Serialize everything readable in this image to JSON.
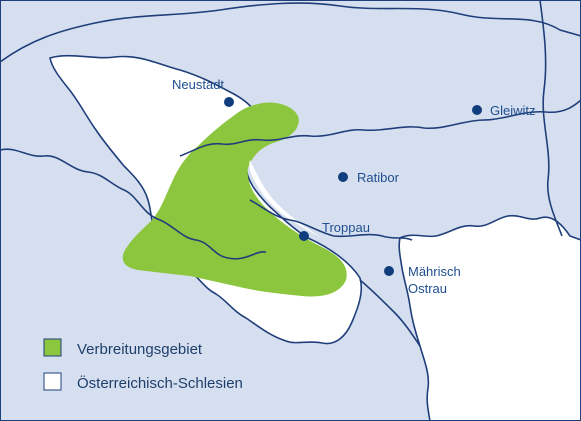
{
  "colors": {
    "background": "#d6dff0",
    "distribution_area": "#8cc63f",
    "austrian_silesia": "#ffffff",
    "border": "#1f3f7a",
    "city_dot": "#0f3d7e",
    "label_text": "#1f4e8f"
  },
  "cities": [
    {
      "label": "Neustadt"
    },
    {
      "label": "Gleiwitz"
    },
    {
      "label": "Ratibor"
    },
    {
      "label": "Troppau"
    },
    {
      "label_line1": "Mährisch",
      "label_line2": "Ostrau"
    }
  ],
  "legend": {
    "items": [
      {
        "swatch_color": "#8cc63f",
        "label": "Verbreitungsgebiet"
      },
      {
        "swatch_color": "#ffffff",
        "label": "Österreichisch-Schlesien"
      }
    ]
  }
}
